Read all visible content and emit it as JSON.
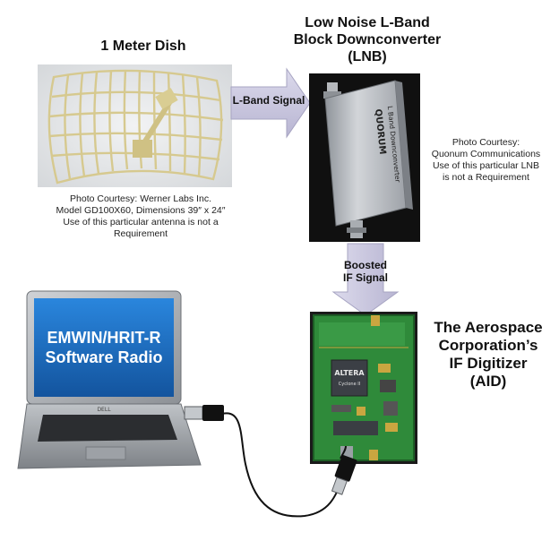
{
  "dish": {
    "title": "1 Meter Dish",
    "caption_lines": [
      "Photo Courtesy: Werner Labs Inc.",
      "Model GD100X60, Dimensions 39″ x 24″",
      "Use of this particular antenna is not a",
      "Requirement"
    ]
  },
  "lnb": {
    "title_lines": [
      "Low Noise L-Band",
      "Block Downconverter",
      "(LNB)"
    ],
    "caption_lines": [
      "Photo Courtesy:",
      "Quonum Communications",
      "Use of this particular LNB",
      "is not a Requirement"
    ],
    "device_brand": "QUORUM",
    "device_label": "L Band Downconverter"
  },
  "arrows": {
    "lband_label": "L-Band Signal",
    "if_label_lines": [
      "Boosted",
      "IF Signal"
    ]
  },
  "aid": {
    "title_lines": [
      "The Aerospace",
      "Corporation’s",
      "IF Digitizer",
      "(AID)"
    ],
    "chip_label": "ALTERA",
    "chip_sublabel": "Cyclone II"
  },
  "laptop": {
    "screen_lines": [
      "EMWIN/HRIT-R",
      "Software Radio"
    ],
    "brand": "DELL"
  },
  "colors": {
    "arrow_fill": "#c9c7dd",
    "arrow_stroke": "#a7a4c2",
    "screen_blue": "#1f6fc4",
    "pcb_green": "#2f8a3a",
    "lnb_silver": "#b8bcc2"
  }
}
